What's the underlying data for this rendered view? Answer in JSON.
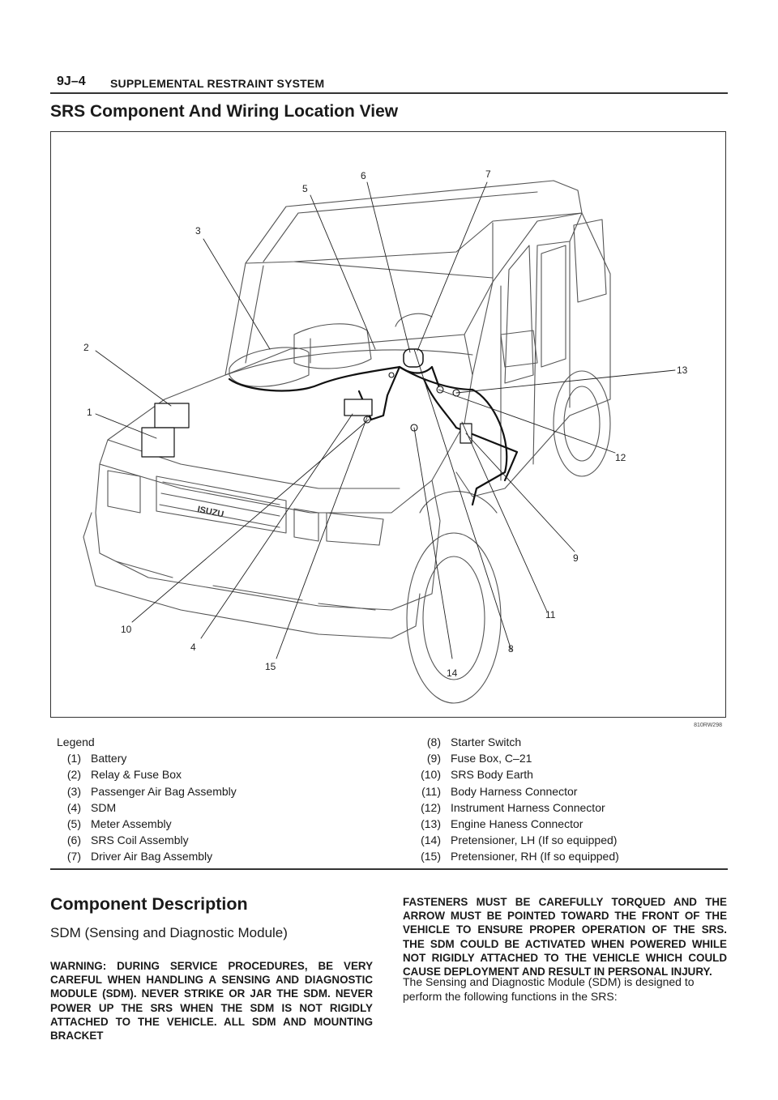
{
  "header": {
    "page_number": "9J–4",
    "running_title": "SUPPLEMENTAL RESTRAINT SYSTEM"
  },
  "section_title": "SRS Component And Wiring Location View",
  "figure": {
    "code": "810RW298",
    "callouts": [
      "1",
      "2",
      "3",
      "4",
      "5",
      "6",
      "7",
      "8",
      "9",
      "10",
      "11",
      "12",
      "13",
      "14",
      "15"
    ],
    "badge_text": "ISUZU"
  },
  "legend": {
    "title": "Legend",
    "items": [
      {
        "num": "(1)",
        "label": "Battery"
      },
      {
        "num": "(2)",
        "label": "Relay & Fuse Box"
      },
      {
        "num": "(3)",
        "label": "Passenger Air Bag Assembly"
      },
      {
        "num": "(4)",
        "label": "SDM"
      },
      {
        "num": "(5)",
        "label": "Meter Assembly"
      },
      {
        "num": "(6)",
        "label": "SRS Coil Assembly"
      },
      {
        "num": "(7)",
        "label": "Driver Air Bag Assembly"
      },
      {
        "num": "(8)",
        "label": "Starter Switch"
      },
      {
        "num": "(9)",
        "label": "Fuse Box, C–21"
      },
      {
        "num": "(10)",
        "label": "SRS Body Earth"
      },
      {
        "num": "(11)",
        "label": "Body Harness Connector"
      },
      {
        "num": "(12)",
        "label": "Instrument Harness Connector"
      },
      {
        "num": "(13)",
        "label": "Engine Haness Connector"
      },
      {
        "num": "(14)",
        "label": "Pretensioner, LH (If so equipped)"
      },
      {
        "num": "(15)",
        "label": "Pretensioner, RH (If so equipped)"
      }
    ]
  },
  "component_description": {
    "heading": "Component Description",
    "subheading": "SDM (Sensing and Diagnostic Module)",
    "warning_left": "WARNING: DURING SERVICE PROCEDURES, BE VERY CAREFUL WHEN HANDLING A SENSING AND DIAGNOSTIC MODULE (SDM). NEVER STRIKE OR JAR THE SDM. NEVER POWER UP THE SRS WHEN THE SDM IS NOT RIGIDLY ATTACHED TO THE VEHICLE. ALL SDM AND MOUNTING BRACKET",
    "warning_right": "FASTENERS MUST BE CAREFULLY TORQUED AND THE ARROW MUST BE POINTED TOWARD THE FRONT OF THE VEHICLE TO ENSURE PROPER OPERATION OF THE SRS. THE SDM COULD BE ACTIVATED WHEN POWERED WHILE NOT RIGIDLY ATTACHED TO THE VEHICLE WHICH COULD CAUSE DEPLOYMENT AND RESULT IN PERSONAL INJURY.",
    "body": "The Sensing and Diagnostic Module (SDM) is designed to perform the following functions in the SRS:"
  }
}
